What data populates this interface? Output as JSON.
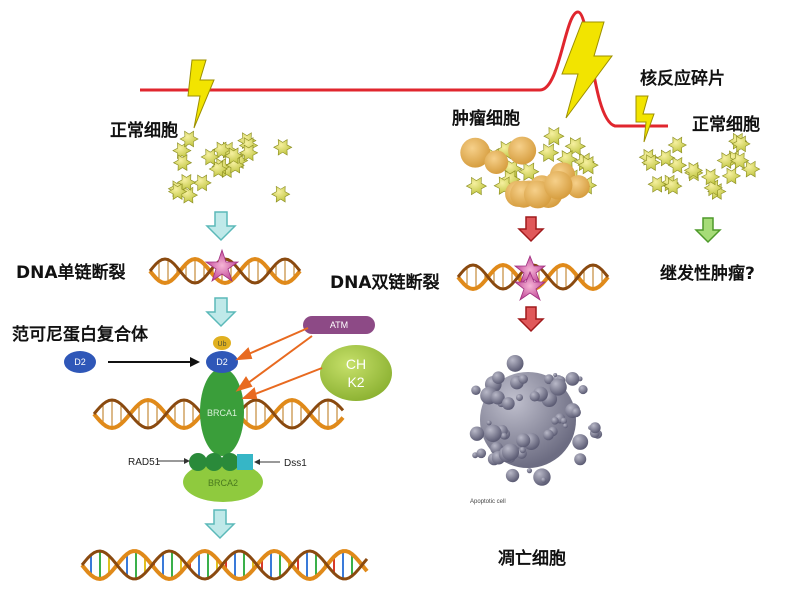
{
  "labels": {
    "normal_cell_left": "正常细胞",
    "tumor_cell": "肿瘤细胞",
    "nuclear_debris": "核反应碎片",
    "normal_cell_right": "正常细胞",
    "dna_single_break": "DNA单链断裂",
    "dna_double_break": "DNA双链断裂",
    "secondary_tumor": "继发性肿瘤?",
    "fanconi_complex": "范可尼蛋白复合体",
    "apoptotic_cell": "凋亡细胞"
  },
  "proteins": {
    "d2_left": "D2",
    "d2_right": "D2",
    "ub": "Ub",
    "atm": "ATM",
    "chk2_line1": "CH",
    "chk2_line2": "K2",
    "brca1": "BRCA1",
    "brca2": "BRCA2",
    "rad51": "RAD51",
    "dss1": "Dss1"
  },
  "apoptotic_caption": "Apoptotic cell",
  "colors": {
    "radiation_line": "#e0262e",
    "lightning": "#f2e400",
    "arrow_teal": "#7fd0d0",
    "arrow_red": "#c0282a",
    "arrow_green": "#7cc04a",
    "brca_green": "#3a9e3a",
    "d2_blue": "#2f57b8",
    "atm_purple": "#8d4a86",
    "chk2_green": "#9bc23a",
    "dna_orange": "#e08a1a"
  }
}
